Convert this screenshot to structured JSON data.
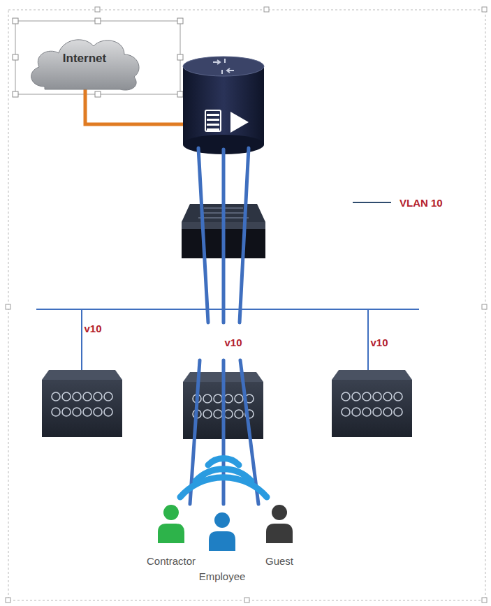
{
  "diagram": {
    "nodes": [
      {
        "text": [
          "Internet"
        ]
      },
      {
        "text": [
          "Contractor"
        ]
      },
      {
        "text": [
          "Employee"
        ]
      },
      {
        "text": [
          "Guest"
        ]
      }
    ],
    "labels": [
      "v10",
      "v10",
      "v10"
    ],
    "legend": [
      {
        "text": "VLAN 10"
      }
    ]
  }
}
